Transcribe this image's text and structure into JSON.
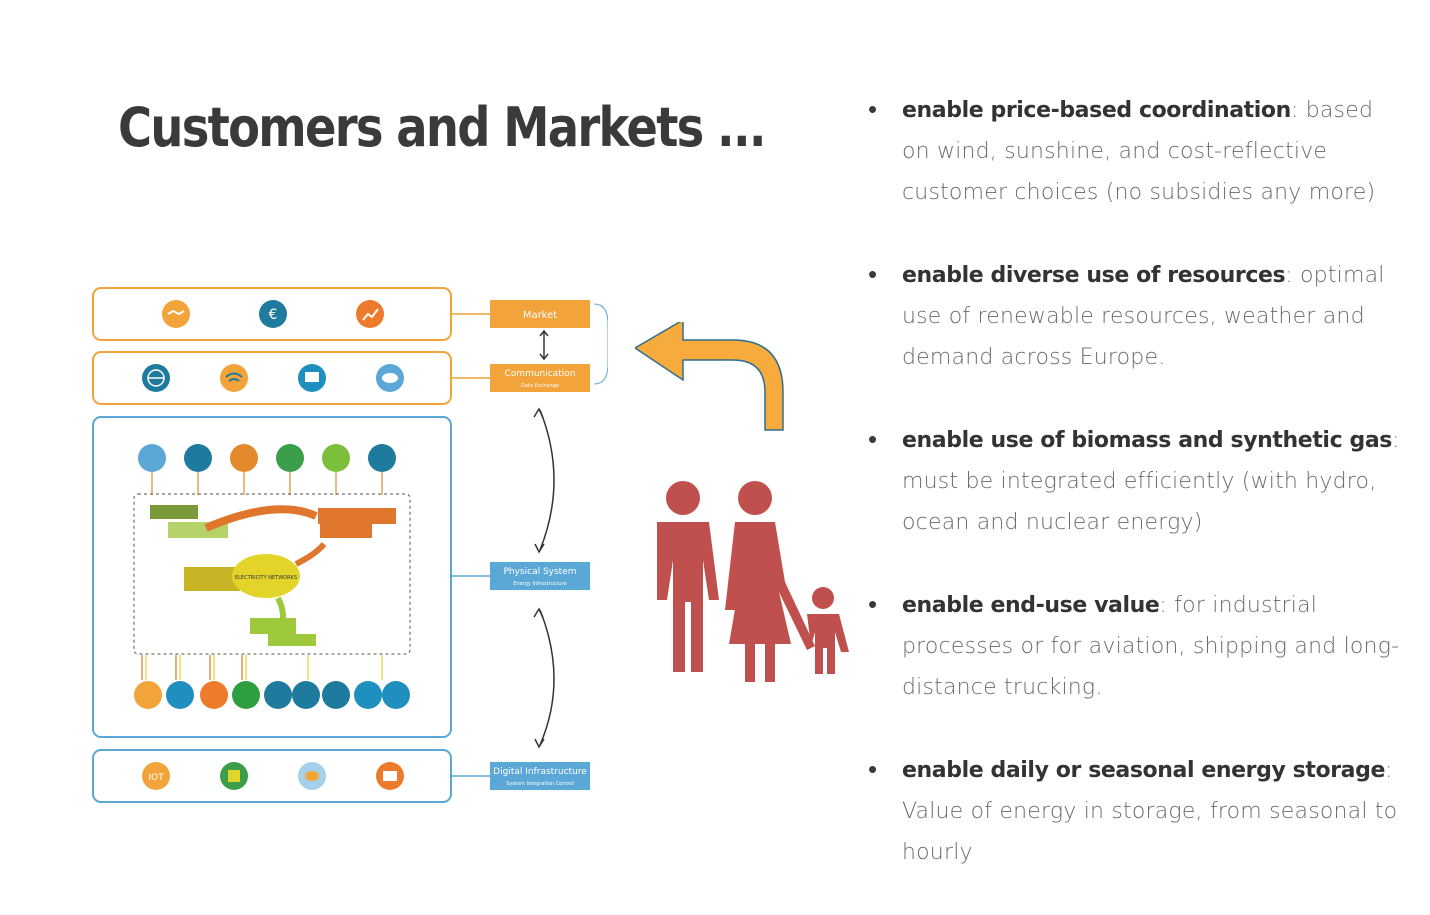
{
  "slide": {
    "title": "Customers and Markets ...",
    "bullets": [
      {
        "bold": "enable price-based coordination",
        "rest": ": based on wind, sunshine, and cost-reflective customer choices (no subsidies any more)"
      },
      {
        "bold": "enable diverse use of resources",
        "rest": ": optimal use of renewable resources, weather and demand across Europe."
      },
      {
        "bold": "enable use of biomass and synthetic gas",
        "rest": ": must be integrated efficiently (with hydro, ocean and nuclear energy)"
      },
      {
        "bold": "enable end-use value",
        "rest": ": for industrial processes or for aviation, shipping and long-distance trucking."
      },
      {
        "bold": "enable daily or seasonal energy storage",
        "rest": ": Value of energy in storage, from seasonal to hourly"
      }
    ]
  },
  "diagram": {
    "labels": {
      "market": "Market",
      "communication": "Communication",
      "communication_sub": "Data Exchange",
      "physical": "Physical System",
      "physical_sub": "Energy Infrastructure",
      "digital": "Digital Infrastructure",
      "digital_sub": "System Integration Control"
    },
    "market_icons": [
      "handshake-icon",
      "euro-icon",
      "trend-icon"
    ],
    "comm_icons": [
      "globe-icon",
      "wifi-icon",
      "screen-icon",
      "cloud-icon"
    ],
    "physical_top_icons": [
      "wind-icon",
      "solar-icon",
      "biomass-icon",
      "hydro-icon",
      "fuel-icon",
      "nuclear-icon"
    ],
    "physical_bottom_icons": [
      "home-icon",
      "appliance-icon",
      "industry-icon",
      "agri-icon",
      "train-icon",
      "bus-icon",
      "car-icon",
      "ship-icon",
      "plane-icon"
    ],
    "digital_icons": [
      "iot-icon",
      "chip-icon",
      "cloud-data-icon",
      "monitor-icon"
    ],
    "digital_iot_text": "IOT",
    "center_text": "ELECTRICITY NETWORKS",
    "colors": {
      "orange": "#f2a33a",
      "blue": "#5ba7d6",
      "teal": "#1f7b9e",
      "green": "#9ec93c",
      "arrow": "#f8ab3d",
      "family": "#c0504d"
    }
  }
}
